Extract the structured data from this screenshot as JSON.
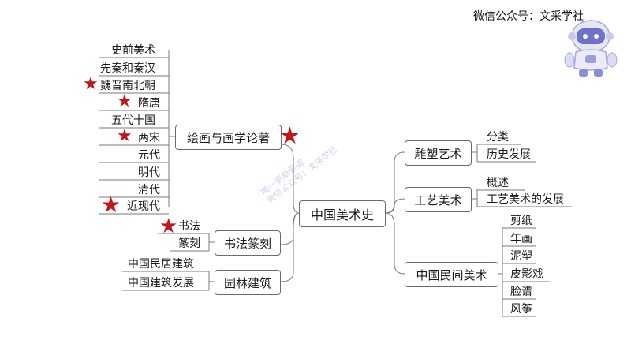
{
  "watermark": "微信公众号：文采学社",
  "watermark_diag": [
    "唯一更新渠道",
    "微信公众号：文采学社"
  ],
  "colors": {
    "star": "#c0161c",
    "line": "#7a7a7a"
  },
  "icons": {
    "mascot": "robot-mascot-icon",
    "star": "star-icon"
  },
  "root": "中国美术史",
  "left": {
    "painting": {
      "label": "绘画与画学论著",
      "children": [
        "史前美术",
        "先秦和秦汉",
        "魏晋南北朝",
        "隋唐",
        "五代十国",
        "两宋",
        "元代",
        "明代",
        "清代",
        "近现代"
      ]
    },
    "calligraphy": {
      "label": "书法篆刻",
      "children": [
        "书法",
        "篆刻"
      ]
    },
    "garden": {
      "label": "园林建筑",
      "children": [
        "中国民居建筑",
        "中国建筑发展"
      ]
    }
  },
  "right": {
    "sculpture": {
      "label": "雕塑艺术",
      "children": [
        "分类",
        "历史发展"
      ]
    },
    "craft": {
      "label": "工艺美术",
      "children": [
        "概述",
        "工艺美术的发展"
      ]
    },
    "folk": {
      "label": "中国民间美术",
      "children": [
        "剪纸",
        "年画",
        "泥塑",
        "皮影戏",
        "脸谱",
        "风筝"
      ]
    }
  }
}
